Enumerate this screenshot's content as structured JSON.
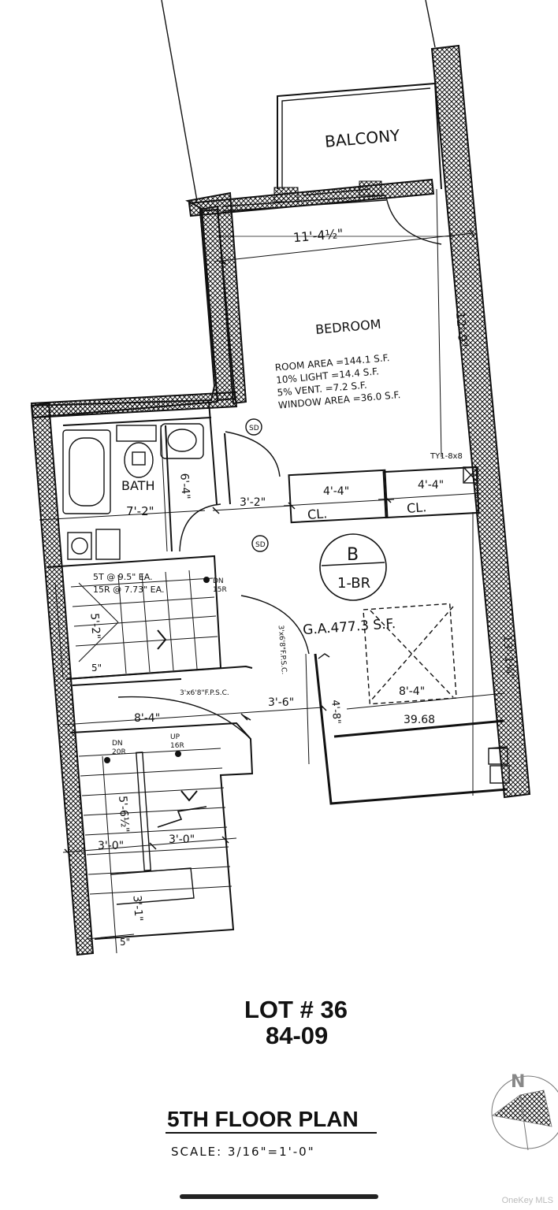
{
  "plan": {
    "rooms": {
      "balcony": "BALCONY",
      "bedroom": "BEDROOM",
      "bath": "BATH",
      "closet_1": "CL.",
      "closet_2": "CL."
    },
    "bedroom_info": {
      "room_area": "ROOM AREA =144.1 S.F.",
      "light": "10% LIGHT =14.4 S.F.",
      "vent": "5% VENT. =7.2 S.F.",
      "window_area": "WINDOW AREA =36.0 S.F."
    },
    "unit": {
      "letter": "B",
      "type": "1-BR",
      "gross_area": "G.A.477.3 S.F."
    },
    "smoke_detector": "SD",
    "tag": "TY1-8x8",
    "dimensions": {
      "balcony_width": "11'-4½\"",
      "bedroom_depth": "12'-9\"",
      "bath_height": "6'-4\"",
      "bath_width": "7'-2\"",
      "hall_1": "3'-2\"",
      "closet_1_w": "4'-4\"",
      "closet_2_w": "4'-4\"",
      "living_depth": "13'-1¼\"",
      "living_width": "8'-4\"",
      "living_beam": "39.68",
      "stair_hall": "8'-4\"",
      "hall_2": "3'-6\"",
      "hall_3": "4'-8\"",
      "stair_1": "5'-2\"",
      "stair_2": "5'-6½\"",
      "stair_3": "3'-0\"",
      "stair_4": "3'-0\"",
      "stair_5": "3'-1\"",
      "stair_6": "5\"",
      "stair_7": "5\""
    },
    "stair_upper": {
      "note_1": "5T @ 9.5\" EA.",
      "note_2": "15R @ 7.73\" EA.",
      "dn": "DN",
      "risers": "15R"
    },
    "stair_lower": {
      "dn": "DN",
      "dn_risers": "20R",
      "up": "UP",
      "up_risers": "16R"
    },
    "doors": {
      "door_1": "3'x6'8\"F.P.S.C.",
      "door_2": "3'x6'8\"F.P.S.C."
    }
  },
  "title_block": {
    "lot": "LOT # 36",
    "number": "84-09",
    "floor": "5TH FLOOR PLAN",
    "scale": "SCALE: 3/16\"=1'-0\""
  },
  "north_arrow": {
    "label": "N"
  },
  "watermark": "OneKey MLS"
}
